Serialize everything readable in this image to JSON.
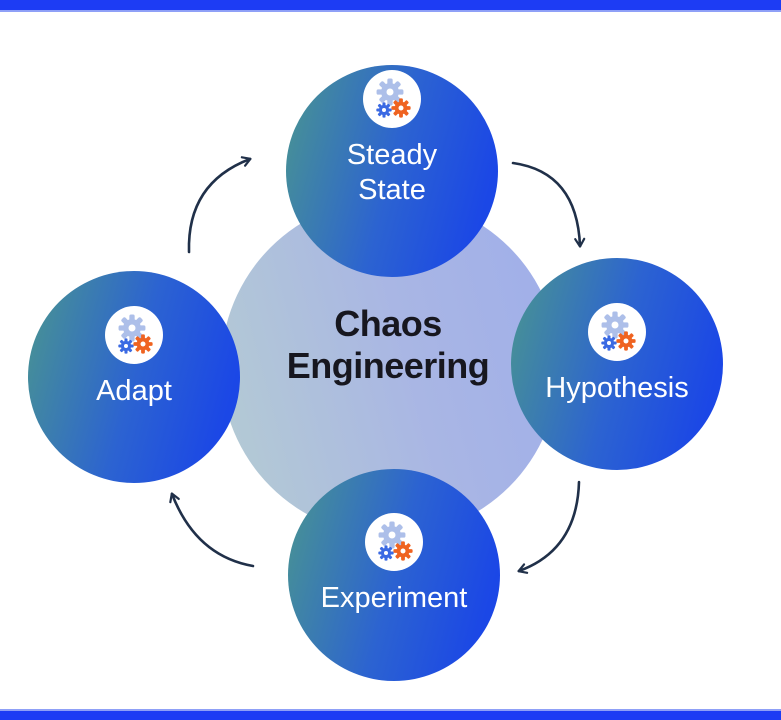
{
  "diagram": {
    "center_title": "Chaos Engineering",
    "nodes": [
      {
        "label": "Steady State",
        "icon": "gears-icon"
      },
      {
        "label": "Hypothesis",
        "icon": "gears-icon"
      },
      {
        "label": "Experiment",
        "icon": "gears-icon"
      },
      {
        "label": "Adapt",
        "icon": "gears-icon"
      }
    ],
    "arrows": [
      {
        "from": "Adapt",
        "to": "Steady State"
      },
      {
        "from": "Steady State",
        "to": "Hypothesis"
      },
      {
        "from": "Hypothesis",
        "to": "Experiment"
      },
      {
        "from": "Experiment",
        "to": "Adapt"
      }
    ]
  },
  "colors": {
    "bar-blue": "#1D3CF4",
    "bar-edge": "#8FA0F7",
    "node-teal": "#4A968F",
    "node-blue-mid": "#2C63D1",
    "node-blue": "#1B47E6",
    "center-teal": "#B5CDD2",
    "center-mid": "#A9B6E4",
    "center-blue": "#9FAEEA",
    "title-ink": "#17171F",
    "label-ink": "#FFFFFF",
    "arrow-ink": "#203049",
    "gear-large": "#ADBFE9",
    "gear-small": "#3B6AE3",
    "gear-orange": "#EF6321",
    "badge-bg": "#FFFFFF",
    "canvas-bg": "#FFFFFF"
  }
}
